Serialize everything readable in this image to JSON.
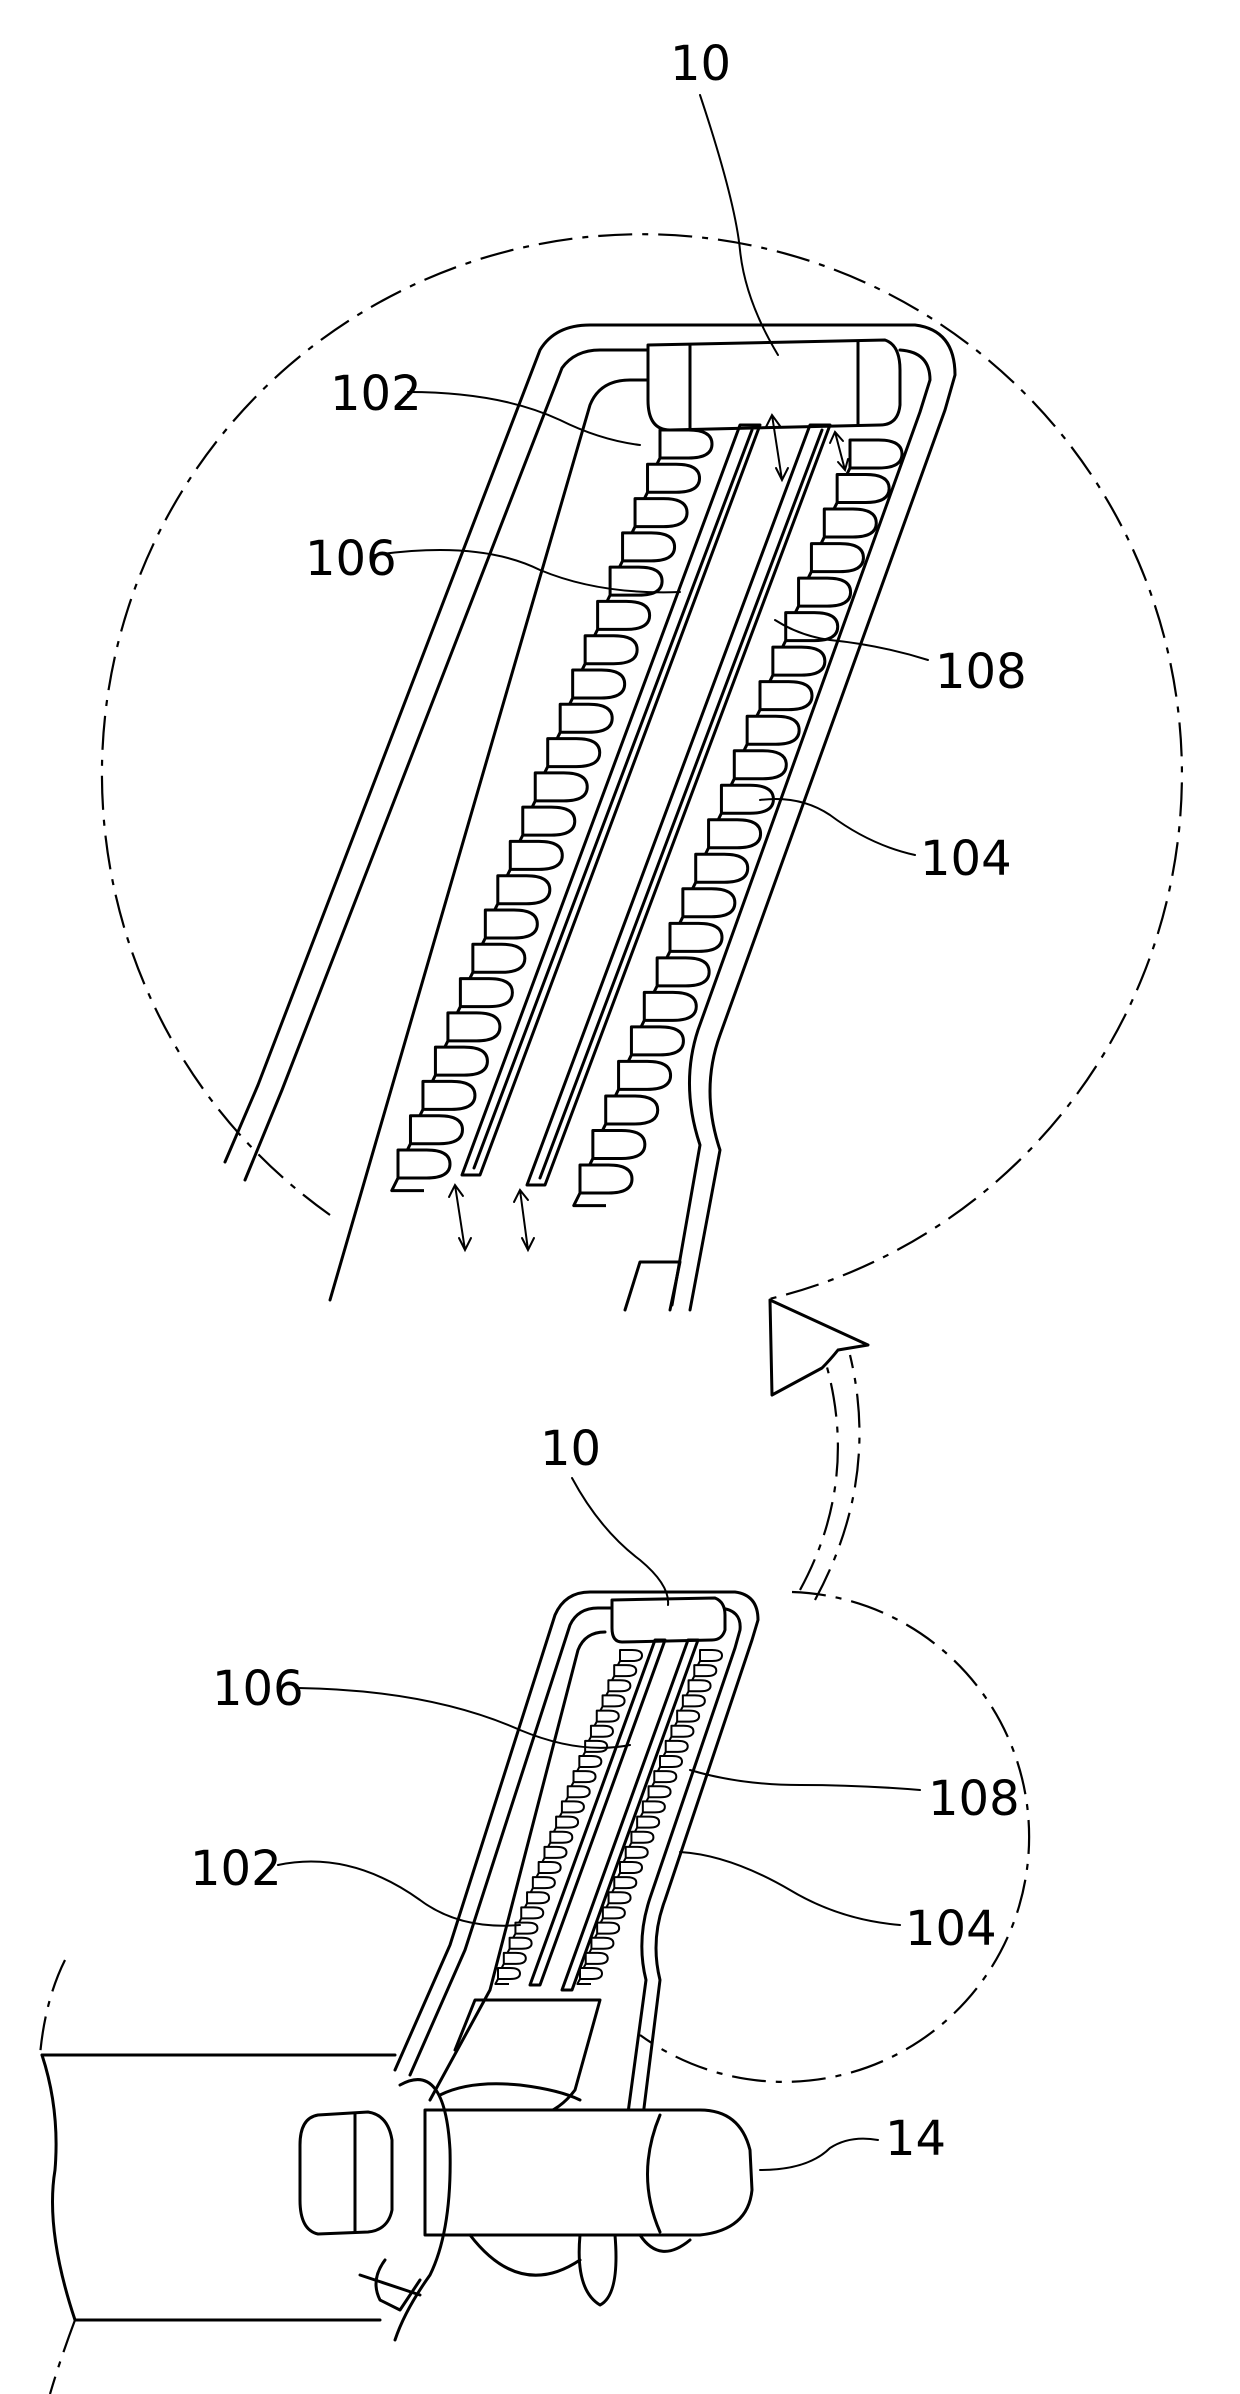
{
  "labels": {
    "top_10": "10",
    "top_102": "102",
    "top_106": "106",
    "top_108": "108",
    "top_104": "104",
    "bottom_10": "10",
    "bottom_106": "106",
    "bottom_108": "108",
    "bottom_102": "102",
    "bottom_104": "104",
    "bottom_14": "14"
  }
}
